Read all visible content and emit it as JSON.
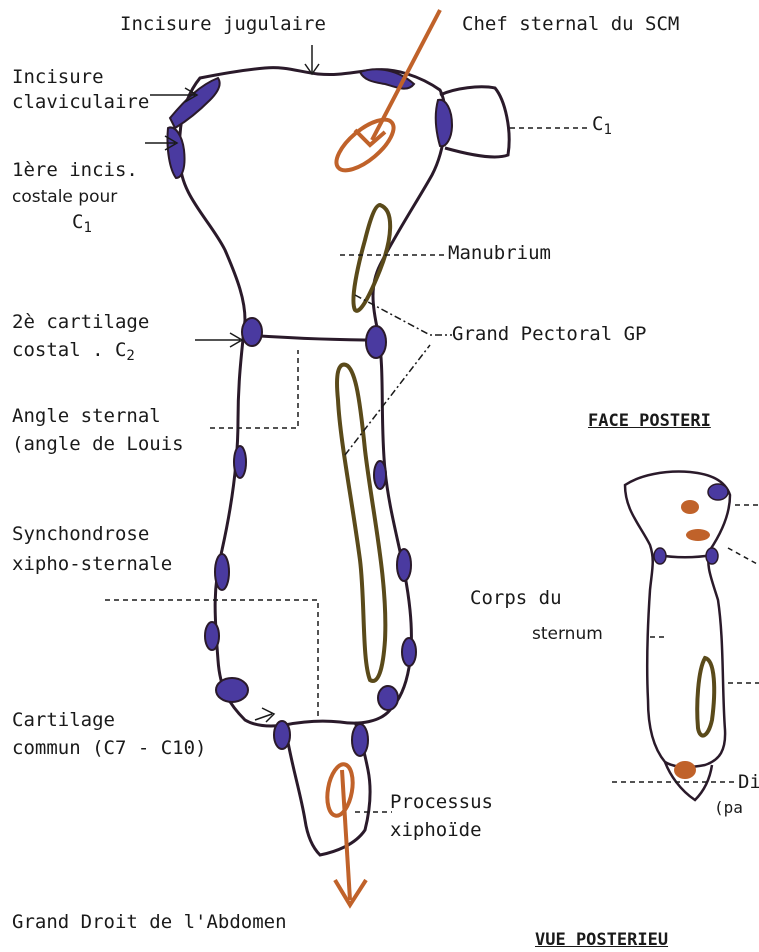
{
  "labels": {
    "incisure_jugulaire": "Incisure jugulaire",
    "chef_sternal": "Chef sternal du SCM",
    "incisure_clav_1": "Incisure",
    "incisure_clav_2": "claviculaire",
    "c1_right": "C",
    "c1_right_sub": "1",
    "incis_1": "1ère incis.",
    "incis_2": "costale pour",
    "incis_3": "C",
    "incis_3_sub": "1",
    "manubrium": "Manubrium",
    "cartilage2_1": "2è cartilage",
    "cartilage2_2": "costal . C",
    "cartilage2_sub": "2",
    "grand_pectoral": "Grand Pectoral GP",
    "angle_1": "Angle sternal",
    "angle_2": "(angle de Louis",
    "face_posterieure": "FACE POSTERI",
    "synch_1": "Synchondrose",
    "synch_2": "xipho-sternale",
    "corps_1": "Corps du",
    "corps_2": "sternum",
    "cartilage_commun_1": "Cartilage",
    "cartilage_commun_2": "commun (C7 - C10)",
    "processus_1": "Processus",
    "processus_2": "xiphoïde",
    "di": "Di",
    "pa": "(pa",
    "grand_droit": "Grand Droit de l'Abdomen",
    "vue_posterieure": "VUE POSTERIEU"
  },
  "colors": {
    "outline": "#2a1a2a",
    "cartilage": "#4a3aa0",
    "scm": "#c0622a",
    "pectoral": "#5a4a1a"
  }
}
